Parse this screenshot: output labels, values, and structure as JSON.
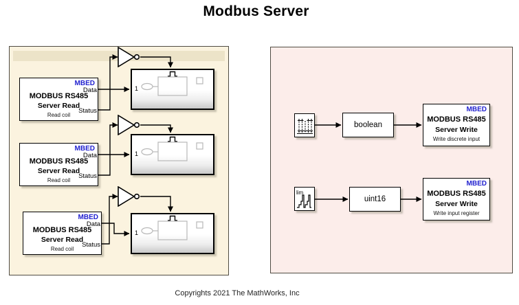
{
  "page": {
    "title": "Modbus Server",
    "footer": "Copyrights 2021 The MathWorks, Inc"
  },
  "colors": {
    "panel_left_bg": "#fbf3df",
    "panel_left_strip": "#ece3c8",
    "panel_right_bg": "#fcedea",
    "panel_border": "#4f4b42",
    "mbed_blue": "#2222cf",
    "block_border": "#000000",
    "wire": "#000000",
    "preview_gray": "#b8b8b8",
    "shadow": "rgba(150,145,128,0.5)"
  },
  "left_panel": {
    "rows": [
      {
        "reader": {
          "tag": "MBED",
          "line1": "MODBUS RS485",
          "line2": "Server Read",
          "caption": "Read coil",
          "port_data": "Data",
          "port_status": "Status"
        },
        "subsystem": {
          "inport": "1"
        }
      },
      {
        "reader": {
          "tag": "MBED",
          "line1": "MODBUS RS485",
          "line2": "Server Read",
          "caption": "Read coil",
          "port_data": "Data",
          "port_status": "Status"
        },
        "subsystem": {
          "inport": "1"
        }
      },
      {
        "reader": {
          "tag": "MBED",
          "line1": "MODBUS RS485",
          "line2": "Server Read",
          "caption": "Read coil",
          "port_data": "Data",
          "port_status": "Status"
        },
        "subsystem": {
          "inport": "1"
        }
      }
    ]
  },
  "right_panel": {
    "rows": [
      {
        "source_icon": "pulse-train",
        "converter": "boolean",
        "writer": {
          "tag": "MBED",
          "line1": "MODBUS RS485",
          "line2": "Server Write",
          "caption": "Write discrete input"
        }
      },
      {
        "source_icon": "counter-limited",
        "source_label": "lim",
        "converter": "uint16",
        "writer": {
          "tag": "MBED",
          "line1": "MODBUS RS485",
          "line2": "Server Write",
          "caption": "Write input register"
        }
      }
    ]
  }
}
